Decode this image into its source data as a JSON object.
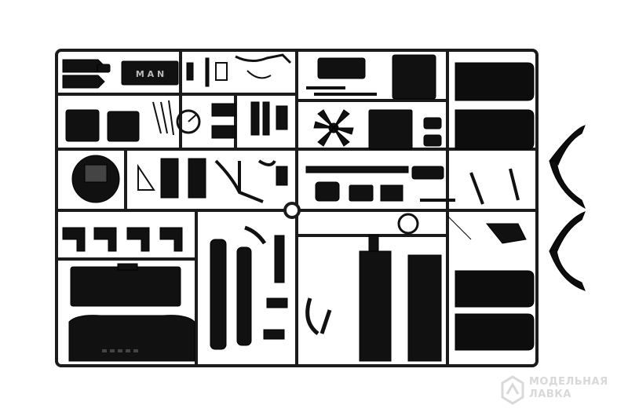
{
  "image": {
    "subject": "plastic-model-kit-sprue",
    "sprue_color": "#1a1a1a",
    "background_color": "#ffffff",
    "molded_lettering": "M A N"
  },
  "watermark": {
    "line1": "МОДЕЛЬНАЯ",
    "line2": "ЛАВКА",
    "color": "#d9d9d9",
    "icon": "shop-logo-icon"
  }
}
